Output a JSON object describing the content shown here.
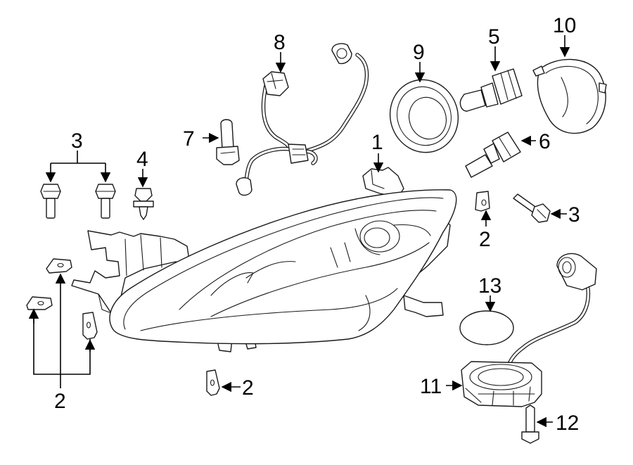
{
  "callouts": {
    "headlamp": "1",
    "clip_right": "2",
    "clip_left": "2",
    "clip_bottom": "2",
    "bolt_left": "3",
    "bolt_right": "3",
    "push_pin": "4",
    "bulb_high": "5",
    "bulb_low": "6",
    "bulb_small": "7",
    "harness": "8",
    "seal": "9",
    "cap": "10",
    "ballast": "11",
    "screw": "12",
    "gasket": "13"
  },
  "colors": {
    "line": "#1a1a1a",
    "background": "#ffffff"
  }
}
